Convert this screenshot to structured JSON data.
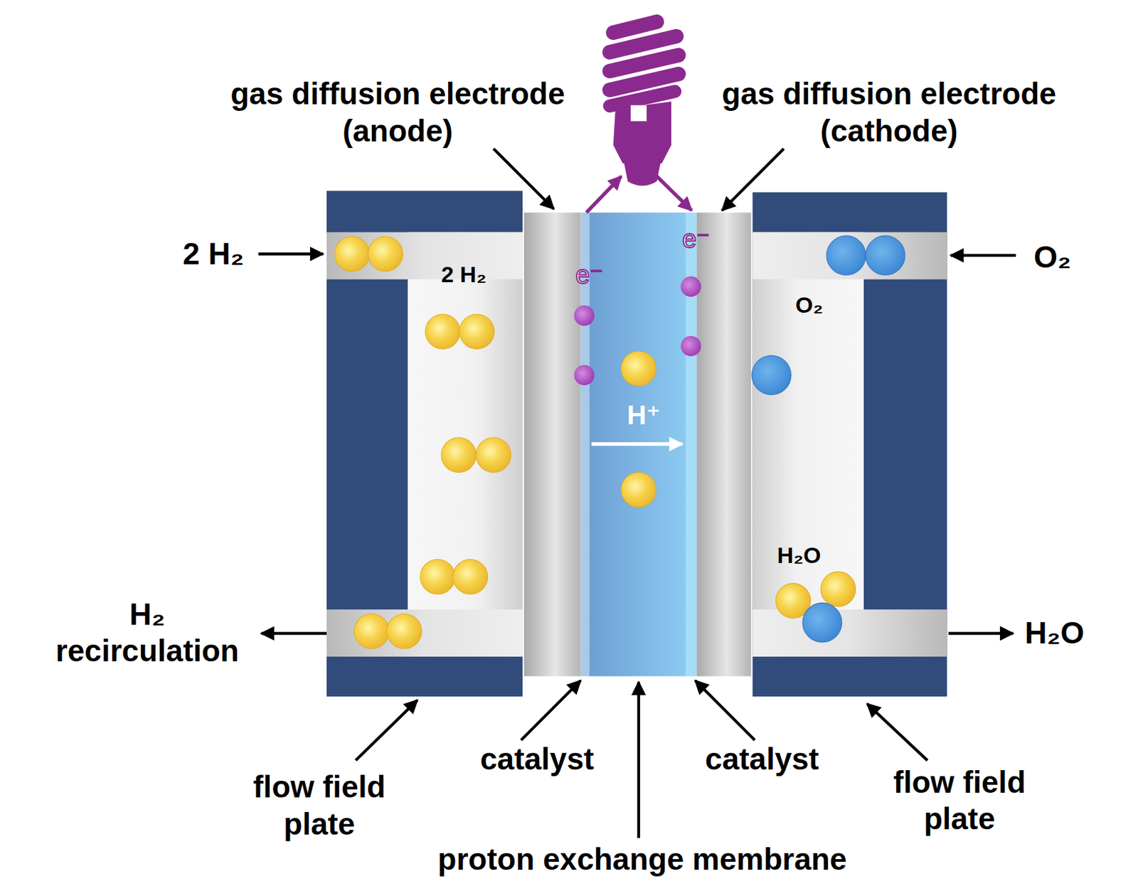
{
  "diagram": {
    "labels": [
      "gas diffusion electrode (anode)",
      "gas diffusion electrode (cathode)",
      "2 H₂",
      "O₂",
      "2 H₂",
      "e⁻",
      "e⁻",
      "O₂",
      "H⁺",
      "H₂O",
      "H₂ recirculation",
      "H₂O",
      "catalyst",
      "catalyst",
      "flow field plate",
      "flow field plate",
      "proton exchange membrane"
    ]
  }
}
